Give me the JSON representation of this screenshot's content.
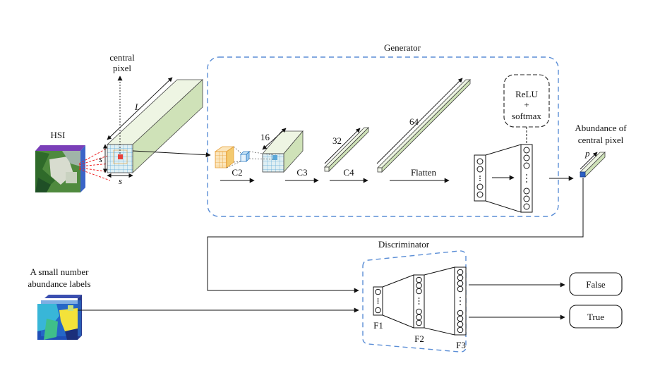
{
  "inputs": {
    "hsi_label": "HSI",
    "central_pixel_line1": "central",
    "central_pixel_line2": "pixel",
    "dim_L": "L",
    "dim_s_side": "s",
    "dim_s_bottom": "s",
    "labels_line1": "A small number",
    "labels_line2": "abundance labels"
  },
  "generator": {
    "title": "Generator",
    "layers": {
      "c2": "C2",
      "c3": "C3",
      "c4": "C4",
      "flatten": "Flatten"
    },
    "sizes": {
      "s16": "16",
      "s32": "32",
      "s64": "64"
    },
    "activation_line1": "ReLU",
    "activation_line2": "+",
    "activation_line3": "softmax"
  },
  "output": {
    "line1": "Abundance of",
    "line2": "central pixel",
    "p": "p"
  },
  "discriminator": {
    "title": "Discriminator",
    "f1": "F1",
    "f2": "F2",
    "f3": "F3",
    "false_label": "False",
    "true_label": "True"
  },
  "colors": {
    "dashed_border": "#5b8ed6",
    "prism_fill": "#e5f0d2",
    "prism_side": "#c9deb0",
    "grid_blue": "#5aa8d8",
    "grid_orange": "#e8a13a",
    "central_red": "#e8413a"
  }
}
